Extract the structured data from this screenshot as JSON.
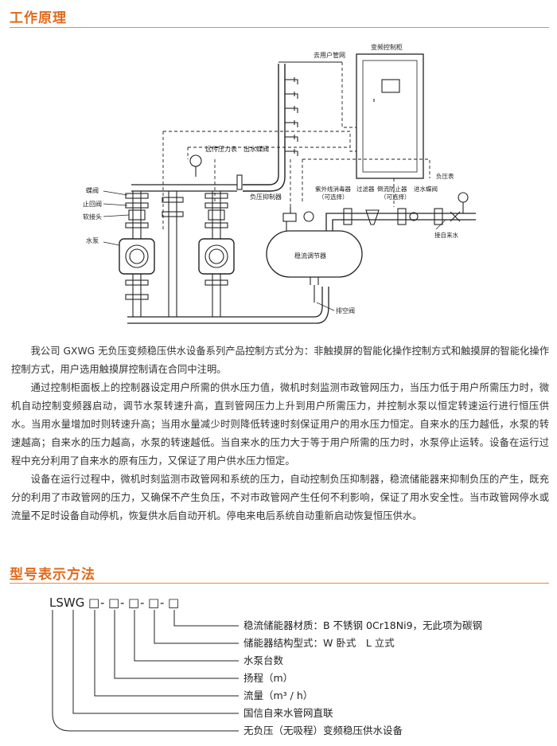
{
  "section1": {
    "title": "工作原理"
  },
  "diagram": {
    "labels": {
      "to_user_network": "去用户管网",
      "vfd_cabinet": "变频控制柜",
      "remote_gauge": "远传压力表",
      "outlet_valve": "出水蝶阀",
      "butterfly_valve": "蝶阀",
      "check_valve": "止回阀",
      "soft_joint": "软接头",
      "pump": "水泵",
      "neg_pressure_ctrl": "负压抑制器",
      "uv_sterilizer": "紫外线消毒器",
      "uv_optional": "（可选择）",
      "filter": "过滤器",
      "backflow": "倒流防止器",
      "backflow_optional": "（可选择）",
      "inlet_valve": "进水蝶阀",
      "pressure_gauge": "负压表",
      "from_tap": "接自来水",
      "tank": "稳流调节器",
      "vent_valve": "排空阀"
    }
  },
  "description": {
    "paragraphs": [
      "我公司 GXWG 无负压变频稳压供水设备系列产品控制方式分为：非触摸屏的智能化操作控制方式和触摸屏的智能化操作控制方式，用户选用触摸屏控制请在合同中注明。",
      "通过控制柜面板上的控制器设定用户所需的供水压力值，微机时刻监测市政管网压力，当压力低于用户所需压力时，微机自动控制变频器启动，调节水泵转速升高，直到管网压力上升到用户所需压力，并控制水泵以恒定转速运行进行恒压供水。当用水量增加时则转速升高；当用水量减少时则降低转速时刻保证用户的用水压力恒定。自来水的压力越低，水泵的转速越高；自来水的压力越高，水泵的转速越低。当自来水的压力大于等于用户所需的压力时，水泵停止运转。设备在运行过程中充分利用了自来水的原有压力，又保证了用户供水压力恒定。",
      "设备在运行过程中，微机时刻监测市政管网和系统的压力，自动控制负压抑制器，稳流储能器来抑制负压的产生，既充分的利用了市政管网的压力，又确保不产生负压，不对市政管网产生任何不利影响，保证了用水安全性。当市政管网停水或流量不足时设备自动停机，恢复供水后自动开机。停电来电后系统自动重新启动恢复恒压供水。"
    ]
  },
  "section2": {
    "title": "型号表示方法"
  },
  "model": {
    "prefix": "LSWG",
    "code_boxes": [
      "□",
      "□",
      "□",
      "□",
      "□"
    ],
    "separator": "-",
    "explanations": [
      "稳流储能器材质：B 不锈钢 0Cr18Ni9，无此项为碳钢",
      "储能器结构型式：W 卧式　L 立式",
      "水泵台数",
      "扬程（m）",
      "流量（m³ / h）",
      "国信自来水管网直联",
      "无负压（无吸程）变频稳压供水设备"
    ]
  },
  "colors": {
    "accent": "#e06a1b",
    "line": "#222222"
  }
}
